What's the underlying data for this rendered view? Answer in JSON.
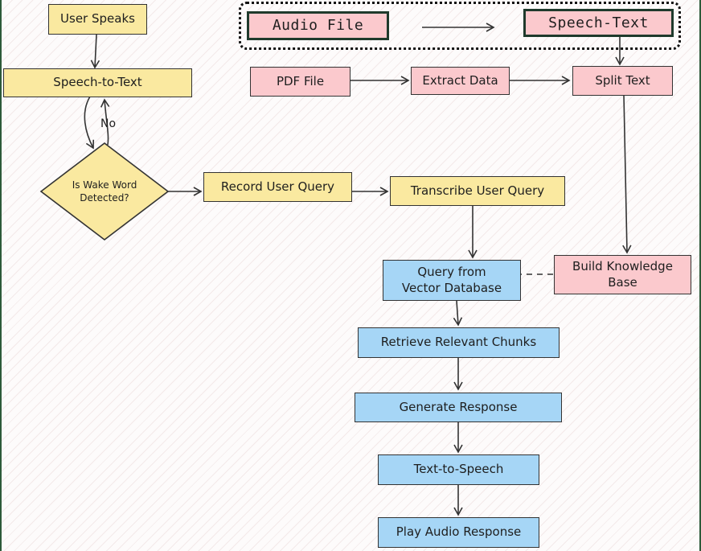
{
  "colors": {
    "yellow": "#fae9a0",
    "pink": "#fbc9cd",
    "blue": "#a6d6f6",
    "stroke": "#333333"
  },
  "nodes": {
    "user_speaks": "User Speaks",
    "speech_to_text": "Speech-to-Text",
    "wake_word": "Is Wake Word Detected?",
    "record_query": "Record User Query",
    "transcribe_query": "Transcribe User Query",
    "query_vector_db": "Query from Vector Database",
    "retrieve_chunks": "Retrieve Relevant Chunks",
    "generate_response": "Generate Response",
    "text_to_speech": "Text-to-Speech",
    "play_audio": "Play Audio Response",
    "audio_file": "Audio File",
    "speech_text": "Speech-Text",
    "pdf_file": "PDF File",
    "extract_data": "Extract Data",
    "split_text": "Split Text",
    "build_kb": "Build Knowledge Base"
  },
  "edge_labels": {
    "no": "No"
  }
}
